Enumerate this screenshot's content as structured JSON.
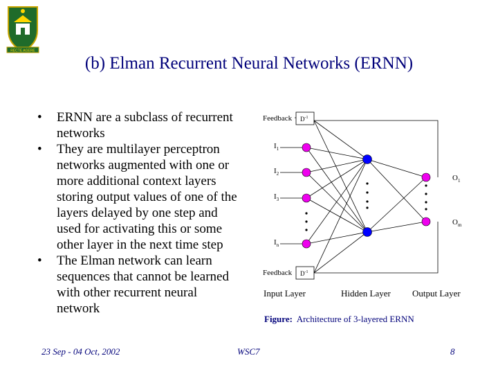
{
  "title": "(b) Elman Recurrent Neural Networks (ERNN)",
  "bullets": [
    "ERNN are a subclass of recurrent networks",
    "They are multilayer perceptron networks augmented with one or more additional context layers storing output values of one of the layers delayed by one step and used for activating this or some other layer in the next time step",
    "The Elman network can learn sequences that cannot be learned with other recurrent neural network"
  ],
  "bullet_symbol": "•",
  "diagram": {
    "feedback_top": "Feedback",
    "feedback_bottom": "Feedback",
    "delay": "D",
    "delay_exp": "-1",
    "inputs": [
      {
        "base": "I",
        "sub": "1"
      },
      {
        "base": "I",
        "sub": "2"
      },
      {
        "base": "I",
        "sub": "3"
      },
      {
        "base": "I",
        "sub": "n"
      }
    ],
    "outputs": [
      {
        "base": "O",
        "sub": "1"
      },
      {
        "base": "O",
        "sub": "m"
      }
    ],
    "layers": [
      "Input Layer",
      "Hidden Layer",
      "Output Layer"
    ],
    "colors": {
      "input": "#ee00ee",
      "hidden": "#0000ff",
      "output": "#ee00ee",
      "text": "#00007a"
    }
  },
  "caption": {
    "label": "Figure:",
    "text": "Architecture of 3-layered ERNN"
  },
  "footer": {
    "date": "23 Sep - 04 Oct, 2002",
    "event": "WSC7",
    "page": "8"
  },
  "logo": {
    "motto": "RECTE AGERE"
  }
}
